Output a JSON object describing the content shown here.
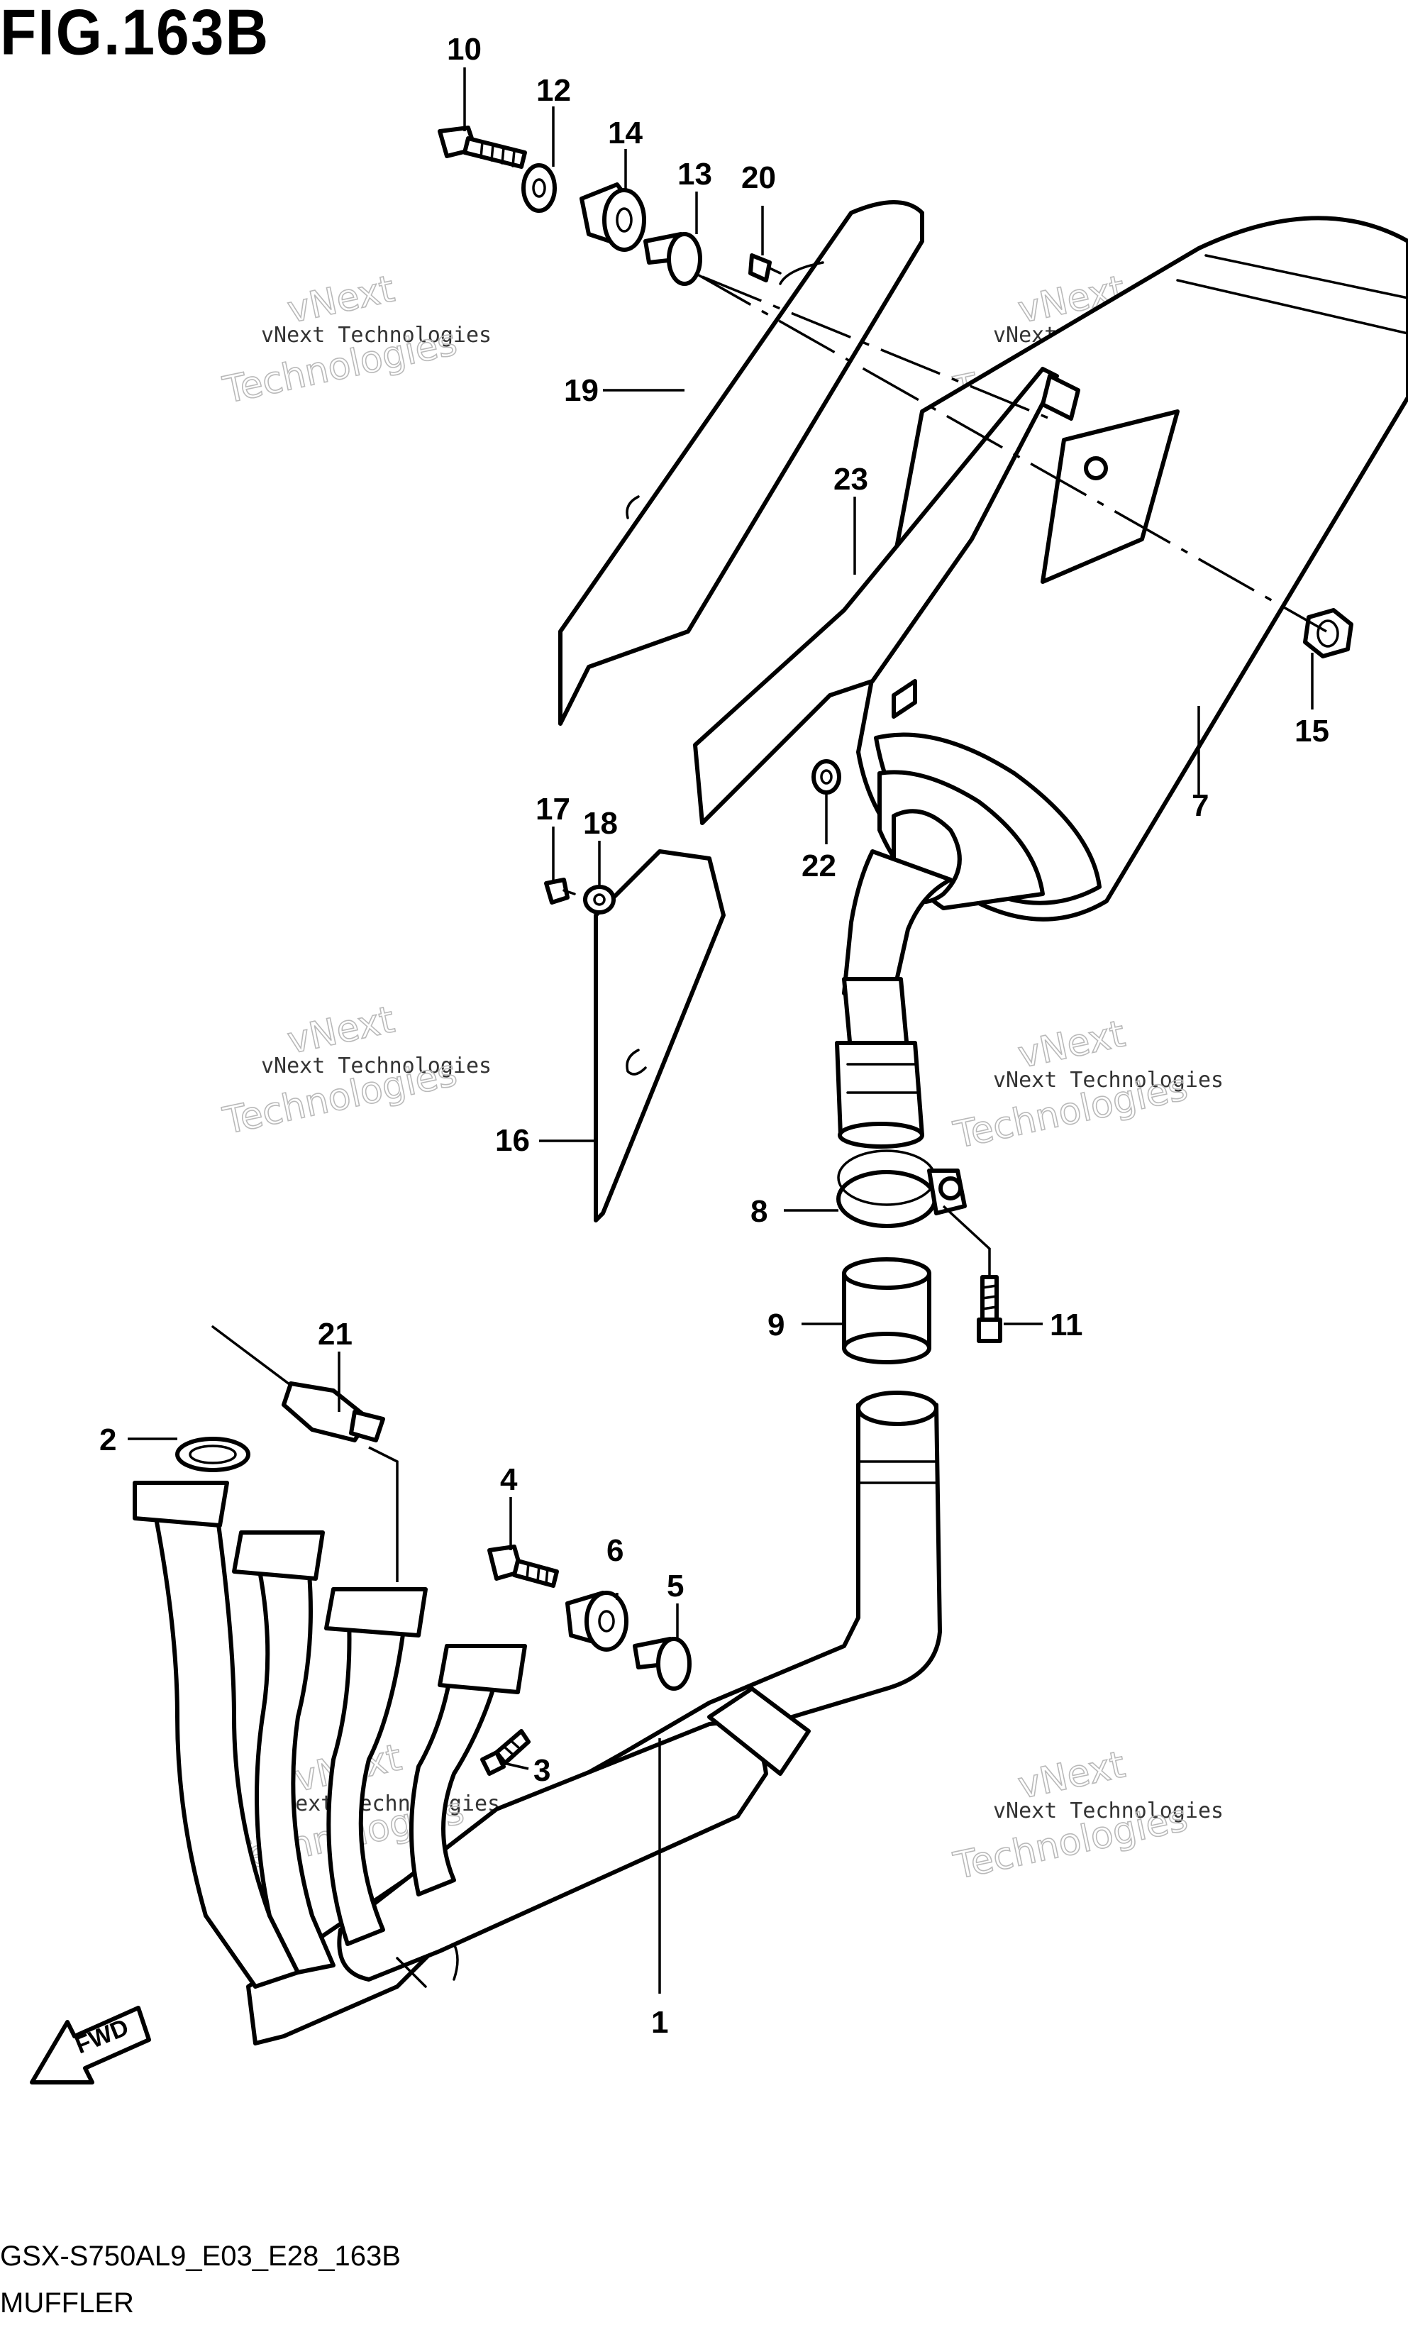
{
  "figure": {
    "title": "FIG.163B",
    "model_code": "GSX-S750AL9_E03_E28_163B",
    "assembly_name": "MUFFLER"
  },
  "watermark": {
    "line1": "vNext Technologies",
    "line2a": "vNext",
    "line2b": "Technologies"
  },
  "direction_marker": "FWD",
  "callouts": {
    "c1": "1",
    "c2": "2",
    "c3": "3",
    "c4": "4",
    "c5": "5",
    "c6": "6",
    "c7": "7",
    "c8": "8",
    "c9": "9",
    "c10": "10",
    "c11": "11",
    "c12": "12",
    "c13": "13",
    "c14": "14",
    "c15": "15",
    "c16": "16",
    "c17": "17",
    "c18": "18",
    "c19": "19",
    "c20": "20",
    "c21": "21",
    "c22": "22",
    "c23": "23"
  }
}
